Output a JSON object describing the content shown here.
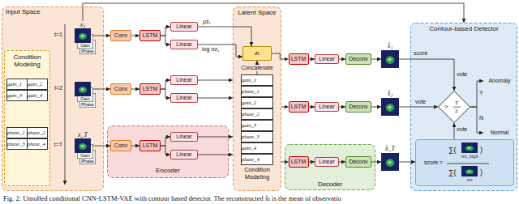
{
  "diagram": {
    "caption": "Fig. 2: Unrolled conditional CNN-LSTM-VAE with contour based detector. The reconstructed x̂ₜ is the mean of observatio",
    "nodes": [
      {
        "text": [
          "Input Space"
        ]
      },
      {
        "text": [
          "Condition Modeling",
          "gain_1",
          "gain_2",
          "gain_3",
          "gain_4",
          "phase_1",
          "phase_2",
          "phase_3",
          "phase_4"
        ],
        "in": 0
      },
      {
        "text": [
          "x₁",
          "Gain",
          "Phase"
        ],
        "in": 0
      },
      {
        "text": [
          "Gain",
          "Phase"
        ],
        "in": 0
      },
      {
        "text": [
          "x_T",
          "Gain",
          "Phase"
        ],
        "in": 0
      },
      {
        "text": [
          "Conv"
        ]
      },
      {
        "text": [
          "LSTM"
        ]
      },
      {
        "text": [
          "Linear"
        ]
      },
      {
        "text": [
          "Linear"
        ]
      },
      {
        "text": [
          "Conv"
        ]
      },
      {
        "text": [
          "LSTM"
        ]
      },
      {
        "text": [
          "Linear"
        ]
      },
      {
        "text": [
          "Linear"
        ]
      },
      {
        "text": [
          "Encoder"
        ]
      },
      {
        "text": [
          "Conv"
        ],
        "in": 13
      },
      {
        "text": [
          "LSTM"
        ],
        "in": 13
      },
      {
        "text": [
          "Linear"
        ],
        "in": 13
      },
      {
        "text": [
          "Linear"
        ],
        "in": 13
      },
      {
        "text": [
          "Latent Space"
        ]
      },
      {
        "text": [
          "zₜ"
        ],
        "in": 18
      },
      {
        "text": [
          "gain_1",
          "phase_1",
          "gain_2",
          "phase_2",
          "gain_3",
          "phase_3",
          "gain_4",
          "phase_4",
          "Condition Modeling"
        ],
        "in": 18
      },
      {
        "text": [
          "LSTM"
        ]
      },
      {
        "text": [
          "Linear"
        ]
      },
      {
        "text": [
          "Deconv"
        ]
      },
      {
        "text": [
          "x̂₁"
        ]
      },
      {
        "text": [
          "LSTM"
        ]
      },
      {
        "text": [
          "Linear"
        ]
      },
      {
        "text": [
          "Deconv"
        ]
      },
      {
        "text": [
          "x̂₂"
        ]
      },
      {
        "text": [
          "Decoder"
        ]
      },
      {
        "text": [
          "LSTM"
        ],
        "in": 29
      },
      {
        "text": [
          "Linear"
        ],
        "in": 29
      },
      {
        "text": [
          "Deconv"
        ],
        "in": 29
      },
      {
        "text": [
          "x̂_T"
        ]
      },
      {
        "text": [
          "Contour-based Detector"
        ]
      },
      {
        "text": [
          ">",
          "T",
          "2"
        ],
        "in": 34
      },
      {
        "text": [
          "Anomaly"
        ],
        "in": 34
      },
      {
        "text": [
          "Normal"
        ],
        "in": 34
      },
      {
        "text": [
          "score =",
          "∑(",
          "res_high",
          ")",
          "∑(",
          "res",
          ")"
        ],
        "in": 34
      }
    ],
    "edges": [
      {
        "from": 2,
        "to": 5,
        "arrow": "to"
      },
      {
        "from": 5,
        "to": 6,
        "arrow": "to"
      },
      {
        "from": 6,
        "to": 7,
        "arrow": "to"
      },
      {
        "from": 6,
        "to": 8,
        "arrow": "to"
      },
      {
        "from": 3,
        "to": 9,
        "arrow": "to"
      },
      {
        "from": 9,
        "to": 10,
        "arrow": "to"
      },
      {
        "from": 10,
        "to": 11,
        "arrow": "to"
      },
      {
        "from": 10,
        "to": 12,
        "arrow": "to"
      },
      {
        "from": 4,
        "to": 14,
        "arrow": "to"
      },
      {
        "from": 14,
        "to": 15,
        "arrow": "to"
      },
      {
        "from": 15,
        "to": 16,
        "arrow": "to"
      },
      {
        "from": 15,
        "to": 17,
        "arrow": "to"
      },
      {
        "from": 7,
        "to": 19,
        "label": "μz₁",
        "arrow": "to"
      },
      {
        "from": 8,
        "to": 19,
        "label": "log σz₁",
        "arrow": "to"
      },
      {
        "from": 11,
        "to": 18,
        "arrow": "to"
      },
      {
        "from": 12,
        "to": 18,
        "arrow": "to"
      },
      {
        "from": 16,
        "to": 18,
        "arrow": "to"
      },
      {
        "from": 17,
        "to": 18,
        "arrow": "to"
      },
      {
        "from": 20,
        "to": 19,
        "label": "Concatenate",
        "arrow": "to"
      },
      {
        "from": 19,
        "to": 21,
        "arrow": "to"
      },
      {
        "from": 18,
        "to": 25,
        "arrow": "to"
      },
      {
        "from": 18,
        "to": 30,
        "arrow": "to"
      },
      {
        "from": 21,
        "to": 22,
        "arrow": "to"
      },
      {
        "from": 22,
        "to": 23,
        "arrow": "to"
      },
      {
        "from": 23,
        "to": 24,
        "arrow": "to"
      },
      {
        "from": 25,
        "to": 26,
        "arrow": "to"
      },
      {
        "from": 26,
        "to": 27,
        "arrow": "to"
      },
      {
        "from": 27,
        "to": 28,
        "arrow": "to"
      },
      {
        "from": 30,
        "to": 31,
        "arrow": "to"
      },
      {
        "from": 31,
        "to": 32,
        "arrow": "to"
      },
      {
        "from": 32,
        "to": 33,
        "arrow": "to"
      },
      {
        "from": 24,
        "to": 35,
        "label": "vote",
        "arrow": "to"
      },
      {
        "from": 28,
        "to": 35,
        "label": "vote",
        "arrow": "to"
      },
      {
        "from": 33,
        "to": 38,
        "arrow": "to"
      },
      {
        "from": 38,
        "to": 35,
        "label": "vote",
        "arrow": "to"
      },
      {
        "from": 35,
        "to": 36,
        "label": "Y",
        "arrow": "to"
      },
      {
        "from": 35,
        "to": 37,
        "label": "N",
        "arrow": "to"
      },
      {
        "from": 2,
        "to": 34,
        "arrow": "to"
      }
    ],
    "labels": [
      "t=1",
      "t=2",
      "t=T",
      "score"
    ]
  }
}
